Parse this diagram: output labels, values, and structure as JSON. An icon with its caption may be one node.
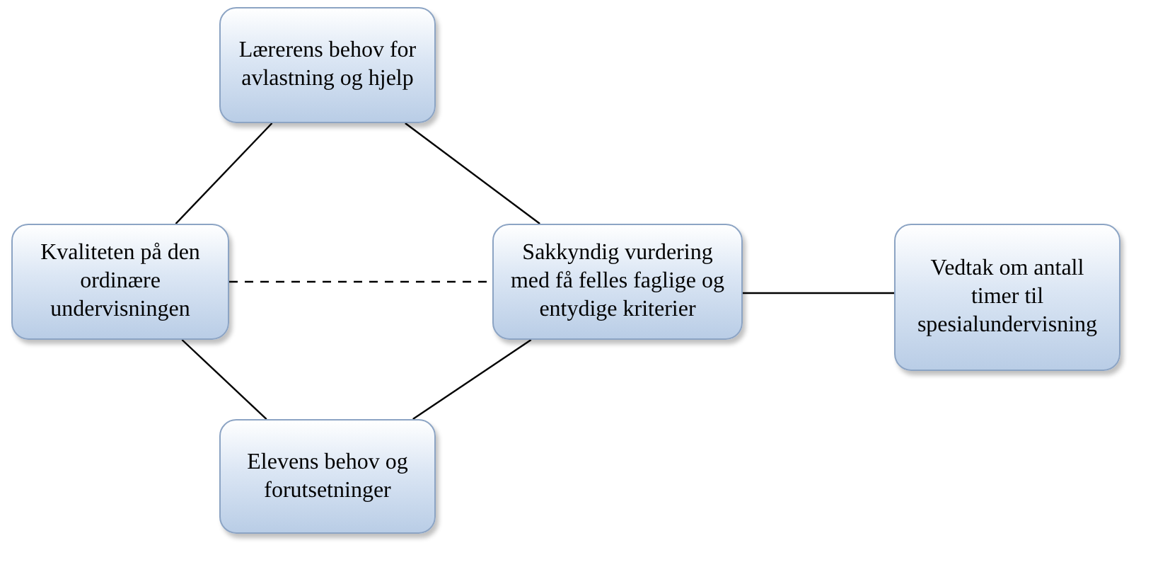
{
  "diagram": {
    "nodes": [
      {
        "text": [
          "Lærerens behov for avlastning og hjelp"
        ]
      },
      {
        "text": [
          "Kvaliteten på den ordinære undervisningen"
        ]
      },
      {
        "text": [
          "Sakkyndig vurdering med få felles faglige og entydige kriterier"
        ]
      },
      {
        "text": [
          "Vedtak om antall timer til spesialundervisning"
        ]
      },
      {
        "text": [
          "Elevens behov og forutsetninger"
        ]
      }
    ],
    "edges": [
      {
        "from": 0,
        "to": 1,
        "arrow": "none"
      },
      {
        "from": 0,
        "to": 2,
        "arrow": "none"
      },
      {
        "from": 1,
        "to": 2,
        "arrow": "none",
        "style": "dashed"
      },
      {
        "from": 2,
        "to": 3,
        "arrow": "none"
      },
      {
        "from": 1,
        "to": 4,
        "arrow": "none"
      },
      {
        "from": 2,
        "to": 4,
        "arrow": "none"
      }
    ]
  }
}
